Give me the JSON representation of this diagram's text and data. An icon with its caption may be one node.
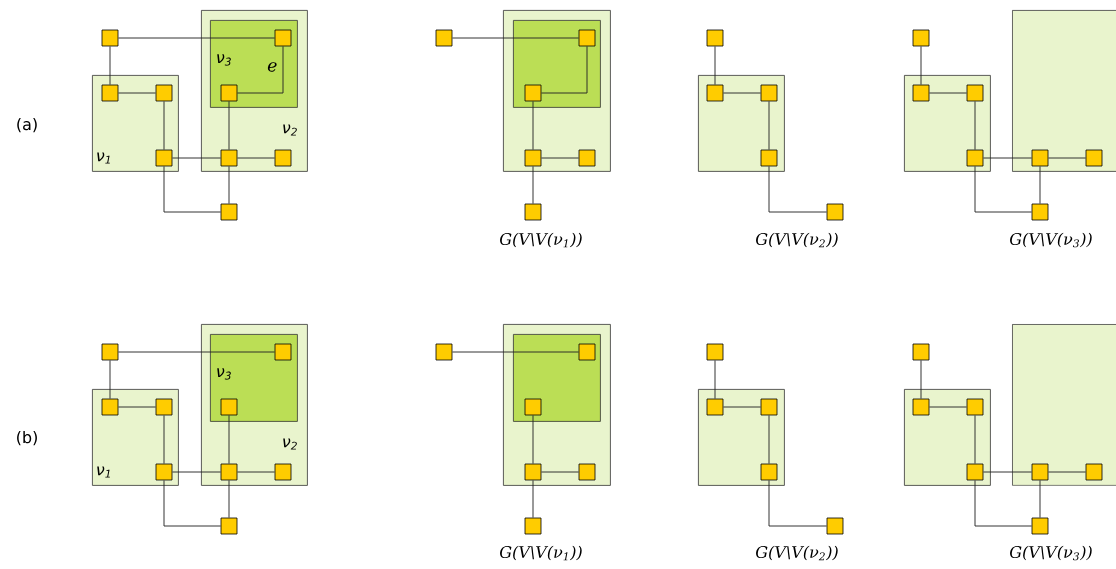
{
  "diagram": {
    "nodes": [
      {
        "text": [
          "ν$_{1}$"
        ]
      },
      {
        "text": [
          "ν$_{2}$"
        ]
      },
      {
        "text": [
          "ν$_{3}$"
        ],
        "in": 1
      },
      {
        "text": [],
        "shape": "box"
      },
      {
        "text": [],
        "shape": "box",
        "in": 0
      },
      {
        "text": [],
        "shape": "box",
        "in": 0
      },
      {
        "text": [],
        "shape": "box",
        "in": 0
      },
      {
        "text": [],
        "shape": "box",
        "in": 2
      },
      {
        "text": [],
        "shape": "box",
        "in": 2
      },
      {
        "text": [],
        "shape": "box",
        "in": 1
      },
      {
        "text": [],
        "shape": "box",
        "in": 1
      },
      {
        "text": [],
        "shape": "box"
      },
      {
        "text": [],
        "shape": "box"
      },
      {
        "text": [],
        "shape": "box",
        "in": 12
      },
      {
        "text": [],
        "shape": "box"
      },
      {
        "text": [],
        "shape": "box",
        "in": 13
      },
      {
        "text": [],
        "shape": "box",
        "in": 13
      },
      {
        "text": [],
        "shape": "box",
        "in": 12
      },
      {
        "text": [],
        "shape": "box",
        "in": 12
      },
      {
        "text": [],
        "shape": "box"
      },
      {
        "text": [],
        "shape": "box"
      },
      {
        "text": [],
        "shape": "box"
      },
      {
        "text": [],
        "shape": "box",
        "in": 20
      },
      {
        "text": [],
        "shape": "box",
        "in": 20
      },
      {
        "text": [],
        "shape": "box",
        "in": 20
      },
      {
        "text": [],
        "shape": "box"
      },
      {
        "text": [],
        "shape": "box"
      },
      {
        "text": [],
        "shape": "box"
      },
      {
        "text": [],
        "shape": "box"
      },
      {
        "text": [],
        "shape": "box",
        "in": 26
      },
      {
        "text": [],
        "shape": "box",
        "in": 26
      },
      {
        "text": [],
        "shape": "box",
        "in": 26
      },
      {
        "text": [],
        "shape": "box",
        "in": 27
      },
      {
        "text": [],
        "shape": "box",
        "in": 27
      },
      {
        "text": [],
        "shape": "box"
      },
      {
        "text": [
          "ν$_{1}$"
        ]
      },
      {
        "text": [
          "ν$_{2}$"
        ]
      },
      {
        "text": [
          "ν$_{3}$"
        ],
        "in": 36
      },
      {
        "text": [],
        "shape": "box"
      },
      {
        "text": [],
        "shape": "box",
        "in": 35
      },
      {
        "text": [],
        "shape": "box",
        "in": 35
      },
      {
        "text": [],
        "shape": "box",
        "in": 35
      },
      {
        "text": [],
        "shape": "box",
        "in": 37
      },
      {
        "text": [],
        "shape": "box",
        "in": 37
      },
      {
        "text": [],
        "shape": "box",
        "in": 36
      },
      {
        "text": [],
        "shape": "box",
        "in": 36
      },
      {
        "text": [],
        "shape": "box"
      },
      {
        "text": [],
        "shape": "box"
      },
      {
        "text": [],
        "shape": "box",
        "in": 47
      },
      {
        "text": [],
        "shape": "box"
      },
      {
        "text": [],
        "shape": "box",
        "in": 48
      },
      {
        "text": [],
        "shape": "box",
        "in": 48
      },
      {
        "text": [],
        "shape": "box",
        "in": 47
      },
      {
        "text": [],
        "shape": "box",
        "in": 47
      },
      {
        "text": [],
        "shape": "box"
      },
      {
        "text": [],
        "shape": "box"
      },
      {
        "text": [],
        "shape": "box"
      },
      {
        "text": [],
        "shape": "box",
        "in": 55
      },
      {
        "text": [],
        "shape": "box",
        "in": 55
      },
      {
        "text": [],
        "shape": "box",
        "in": 55
      },
      {
        "text": [],
        "shape": "box"
      },
      {
        "text": [],
        "shape": "box"
      },
      {
        "text": [],
        "shape": "box"
      },
      {
        "text": [],
        "shape": "box"
      },
      {
        "text": [],
        "shape": "box",
        "in": 61
      },
      {
        "text": [],
        "shape": "box",
        "in": 61
      },
      {
        "text": [],
        "shape": "box",
        "in": 61
      },
      {
        "text": [],
        "shape": "box",
        "in": 62
      },
      {
        "text": [],
        "shape": "box",
        "in": 62
      },
      {
        "text": [],
        "shape": "box"
      }
    ],
    "edges": [
      {
        "from": 3,
        "to": 7,
        "arrow": "none"
      },
      {
        "from": 3,
        "to": 4,
        "arrow": "none"
      },
      {
        "from": 4,
        "to": 5,
        "arrow": "none"
      },
      {
        "from": 5,
        "to": 6,
        "arrow": "none"
      },
      {
        "from": 6,
        "to": 9,
        "arrow": "none"
      },
      {
        "from": 9,
        "to": 10,
        "arrow": "none"
      },
      {
        "from": 8,
        "to": 9,
        "arrow": "none"
      },
      {
        "from": 6,
        "to": 11,
        "arrow": "none"
      },
      {
        "from": 9,
        "to": 11,
        "arrow": "none"
      },
      {
        "from": 8,
        "to": 7,
        "arrow": "none",
        "label": "e"
      },
      {
        "from": 14,
        "to": 15,
        "arrow": "none"
      },
      {
        "from": 16,
        "to": 15,
        "arrow": "none"
      },
      {
        "from": 16,
        "to": 17,
        "arrow": "none"
      },
      {
        "from": 17,
        "to": 18,
        "arrow": "none"
      },
      {
        "from": 17,
        "to": 19,
        "arrow": "none"
      },
      {
        "from": 21,
        "to": 22,
        "arrow": "none"
      },
      {
        "from": 22,
        "to": 23,
        "arrow": "none"
      },
      {
        "from": 23,
        "to": 24,
        "arrow": "none"
      },
      {
        "from": 24,
        "to": 25,
        "arrow": "none"
      },
      {
        "from": 28,
        "to": 29,
        "arrow": "none"
      },
      {
        "from": 29,
        "to": 30,
        "arrow": "none"
      },
      {
        "from": 30,
        "to": 31,
        "arrow": "none"
      },
      {
        "from": 31,
        "to": 32,
        "arrow": "none"
      },
      {
        "from": 32,
        "to": 33,
        "arrow": "none"
      },
      {
        "from": 32,
        "to": 34,
        "arrow": "none"
      },
      {
        "from": 31,
        "to": 34,
        "arrow": "none"
      },
      {
        "from": 38,
        "to": 42,
        "arrow": "none"
      },
      {
        "from": 38,
        "to": 39,
        "arrow": "none"
      },
      {
        "from": 39,
        "to": 40,
        "arrow": "none"
      },
      {
        "from": 40,
        "to": 41,
        "arrow": "none"
      },
      {
        "from": 41,
        "to": 44,
        "arrow": "none"
      },
      {
        "from": 44,
        "to": 45,
        "arrow": "none"
      },
      {
        "from": 43,
        "to": 44,
        "arrow": "none"
      },
      {
        "from": 41,
        "to": 46,
        "arrow": "none"
      },
      {
        "from": 44,
        "to": 46,
        "arrow": "none"
      },
      {
        "from": 49,
        "to": 50,
        "arrow": "none"
      },
      {
        "from": 51,
        "to": 52,
        "arrow": "none"
      },
      {
        "from": 52,
        "to": 53,
        "arrow": "none"
      },
      {
        "from": 52,
        "to": 54,
        "arrow": "none"
      },
      {
        "from": 56,
        "to": 57,
        "arrow": "none"
      },
      {
        "from": 57,
        "to": 58,
        "arrow": "none"
      },
      {
        "from": 58,
        "to": 59,
        "arrow": "none"
      },
      {
        "from": 59,
        "to": 60,
        "arrow": "none"
      },
      {
        "from": 63,
        "to": 64,
        "arrow": "none"
      },
      {
        "from": 64,
        "to": 65,
        "arrow": "none"
      },
      {
        "from": 65,
        "to": 66,
        "arrow": "none"
      },
      {
        "from": 66,
        "to": 67,
        "arrow": "none"
      },
      {
        "from": 67,
        "to": 68,
        "arrow": "none"
      },
      {
        "from": 67,
        "to": 69,
        "arrow": "none"
      },
      {
        "from": 66,
        "to": 69,
        "arrow": "none"
      }
    ],
    "labels": [
      "(a)",
      "G(V\\V(ν$_{1}$))",
      "G(V\\V(ν$_{2}$))",
      "G(V\\V(ν$_{3}$))",
      "(b)",
      "G(V\\V(ν$_{1}$))",
      "G(V\\V(ν$_{2}$))",
      "G(V\\V(ν$_{3}$))"
    ]
  }
}
